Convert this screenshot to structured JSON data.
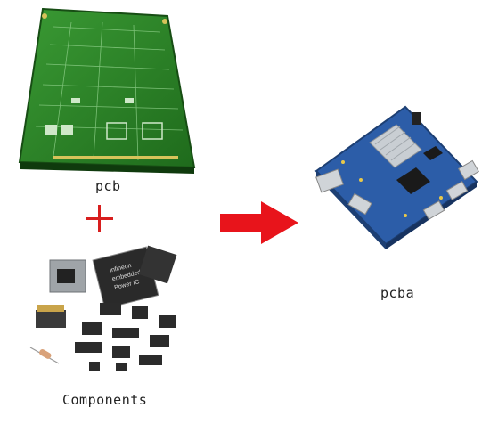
{
  "labels": {
    "pcb": "pcb",
    "pcba": "pcba",
    "components": "Components"
  },
  "chip_marking": {
    "brand": "infineon",
    "line1": "embedded",
    "line2": "Power IC"
  },
  "colors": {
    "pcb_green": "#2f8a2a",
    "pcb_dark": "#1e5a1a",
    "pcba_blue": "#2c5da8",
    "arrow_red": "#e8141b",
    "plus_red": "#d81e1e",
    "chip_black": "#222222"
  }
}
